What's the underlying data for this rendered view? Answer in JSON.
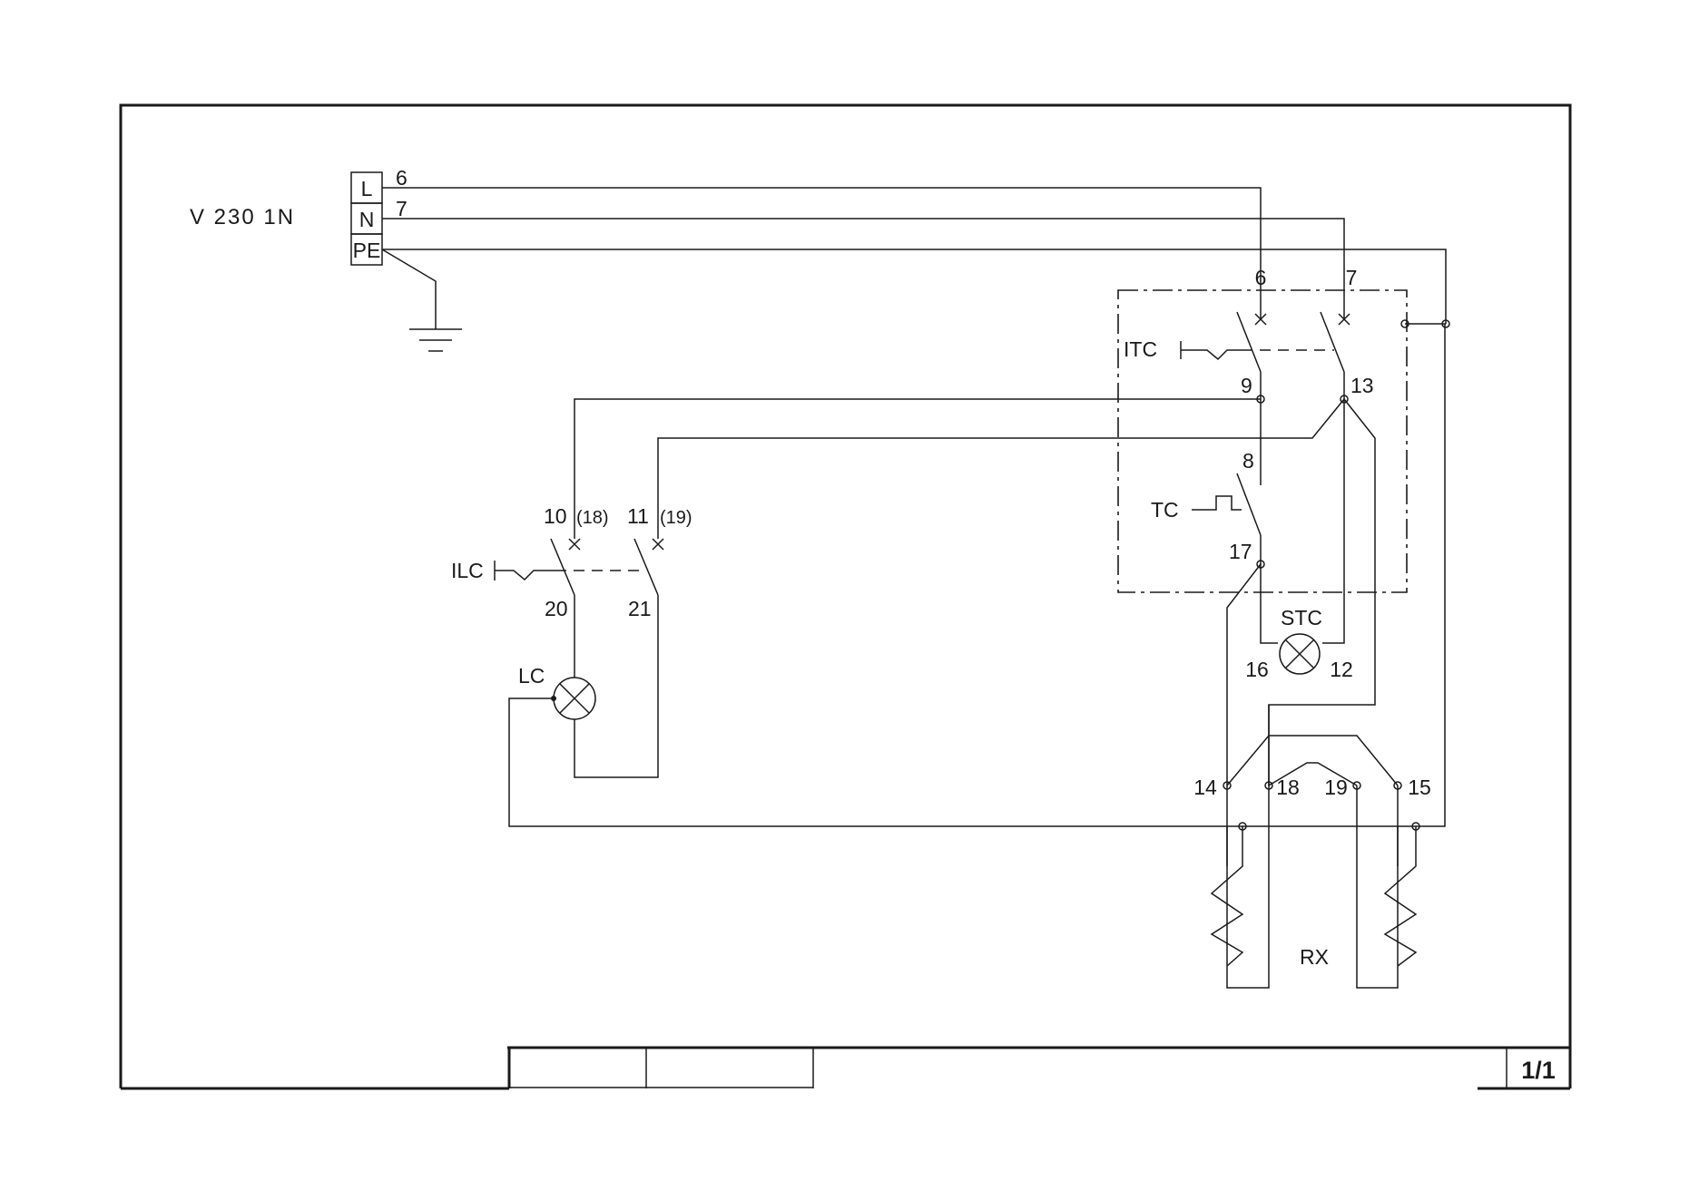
{
  "supply": {
    "voltage": "V 230 1N",
    "terminals": [
      "L",
      "N",
      "PE"
    ],
    "wire_l": "6",
    "wire_n": "7"
  },
  "controller": {
    "in_l": "6",
    "in_n": "7",
    "itc_label": "ITC",
    "itc_out_a": "9",
    "itc_out_b": "13",
    "wire_8": "8",
    "tc_label": "TC",
    "tc_out": "17",
    "stc_label": "STC",
    "stc_a": "16",
    "stc_b": "12"
  },
  "switch_ilc": {
    "label": "ILC",
    "in_a": "10",
    "in_a_alt": "(18)",
    "in_b": "11",
    "in_b_alt": "(19)",
    "out_a": "20",
    "out_b": "21"
  },
  "lamp_lc": {
    "label": "LC"
  },
  "heaters": {
    "label": "RX",
    "terminals": [
      "14",
      "18",
      "19",
      "15"
    ]
  },
  "title_block": {
    "page": "1/1"
  }
}
